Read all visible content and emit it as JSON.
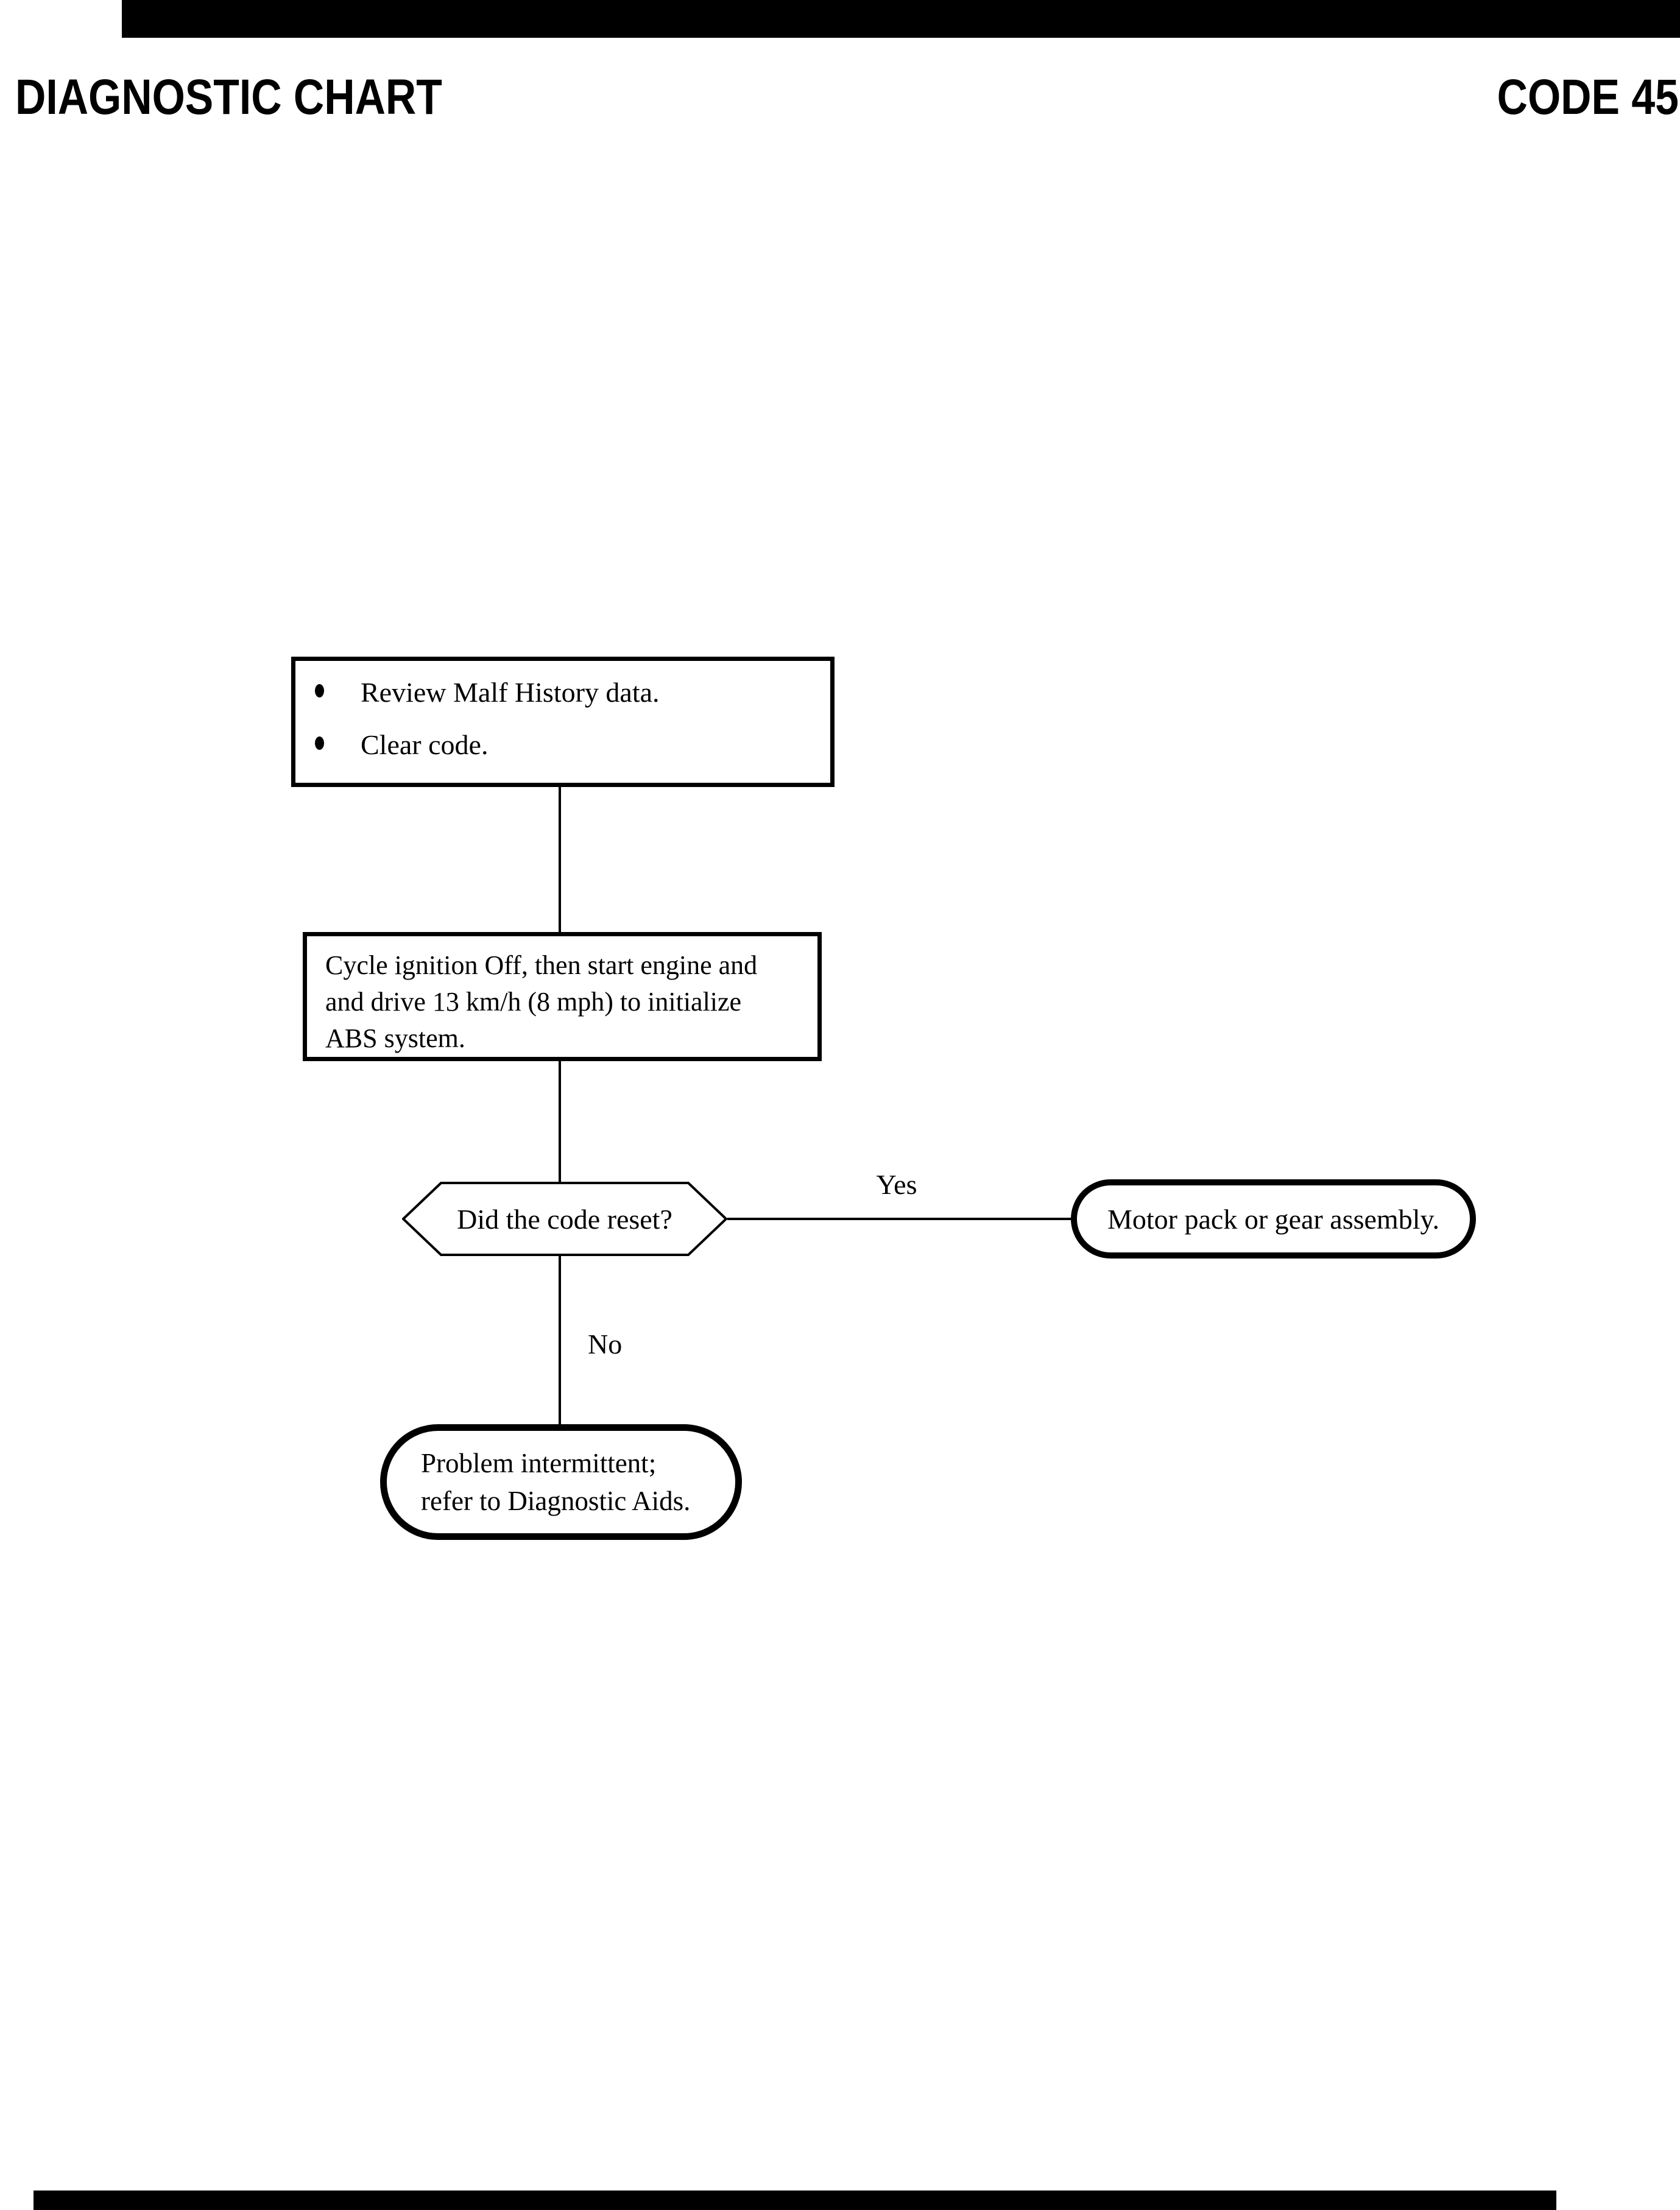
{
  "page": {
    "title": "DIAGNOSTIC CHART",
    "code": "CODE 45"
  },
  "colors": {
    "ink": "#000000",
    "paper": "#ffffff"
  },
  "flowchart": {
    "step1": {
      "bullets": [
        "Review Malf History data.",
        "Clear code."
      ]
    },
    "step2": {
      "lines": [
        "Cycle ignition Off, then start engine and",
        "and drive 13 km/h (8 mph) to initialize",
        "ABS system."
      ]
    },
    "decision": {
      "question": "Did the code reset?",
      "yes_label": "Yes",
      "no_label": "No"
    },
    "yes_result": "Motor pack or gear assembly.",
    "no_result": {
      "lines": [
        "Problem intermittent;",
        "refer to Diagnostic Aids."
      ]
    }
  }
}
